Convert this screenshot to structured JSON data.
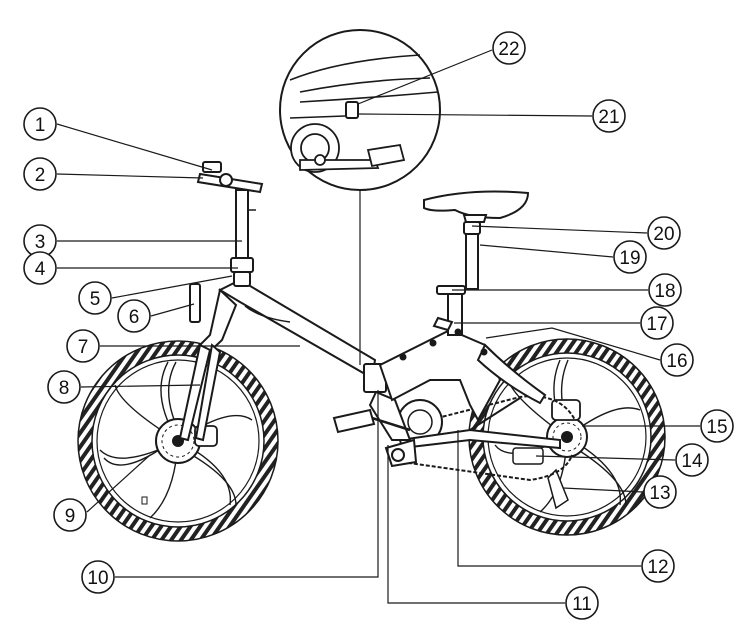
{
  "labels": [
    "1",
    "2",
    "3",
    "4",
    "5",
    "6",
    "7",
    "8",
    "9",
    "10",
    "11",
    "12",
    "13",
    "14",
    "15",
    "16",
    "17",
    "18",
    "19",
    "20",
    "21",
    "22"
  ],
  "colors": {
    "ink": "#1a1a1a",
    "tire": "#222222",
    "background": "#ffffff"
  }
}
